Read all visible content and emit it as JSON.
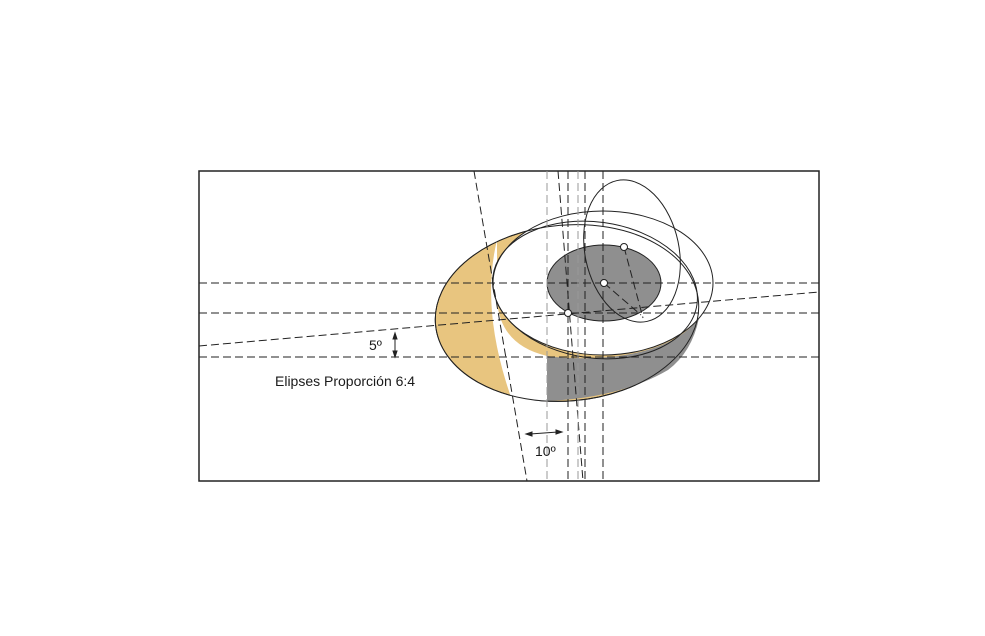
{
  "diagram": {
    "title": "Elipses Proporción 6:4",
    "angle_horizontal_label": "5º",
    "angle_vertical_label": "10º",
    "colors": {
      "frame": "#222222",
      "ochre_fill": "#e8c57f",
      "grey_fill": "#8f8f8f",
      "line": "#222222",
      "dashed_light": "#999999",
      "background": "#ffffff"
    }
  }
}
